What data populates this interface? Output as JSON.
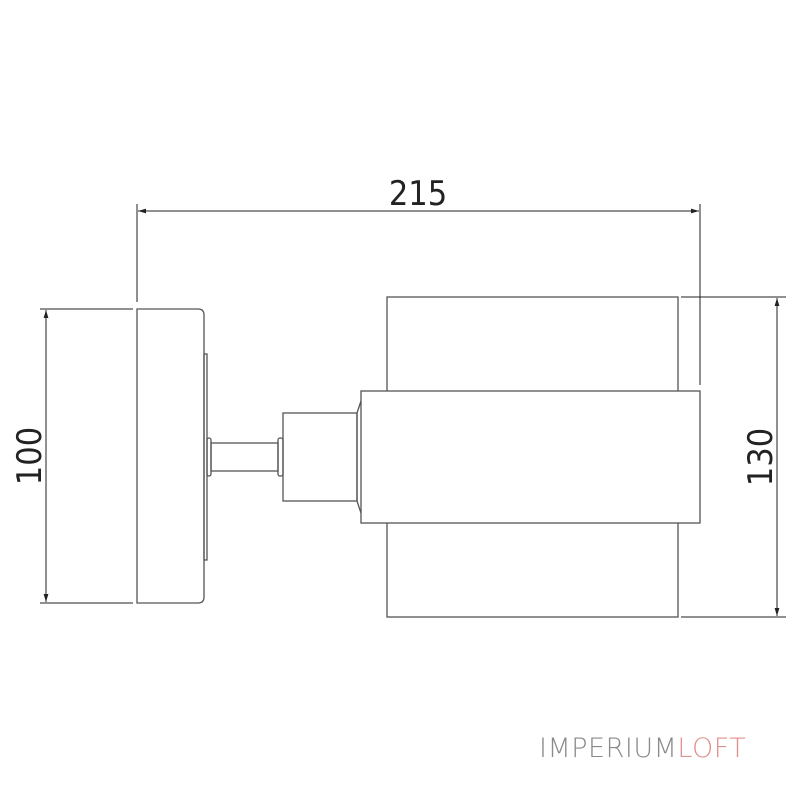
{
  "dimensions": {
    "width": "215",
    "base_height": "100",
    "shade_height": "130"
  },
  "logo": {
    "part1": "IMPERIUM",
    "part2": "LOFT",
    "color1": "#8a8a8a",
    "color2": "#e0908f"
  }
}
